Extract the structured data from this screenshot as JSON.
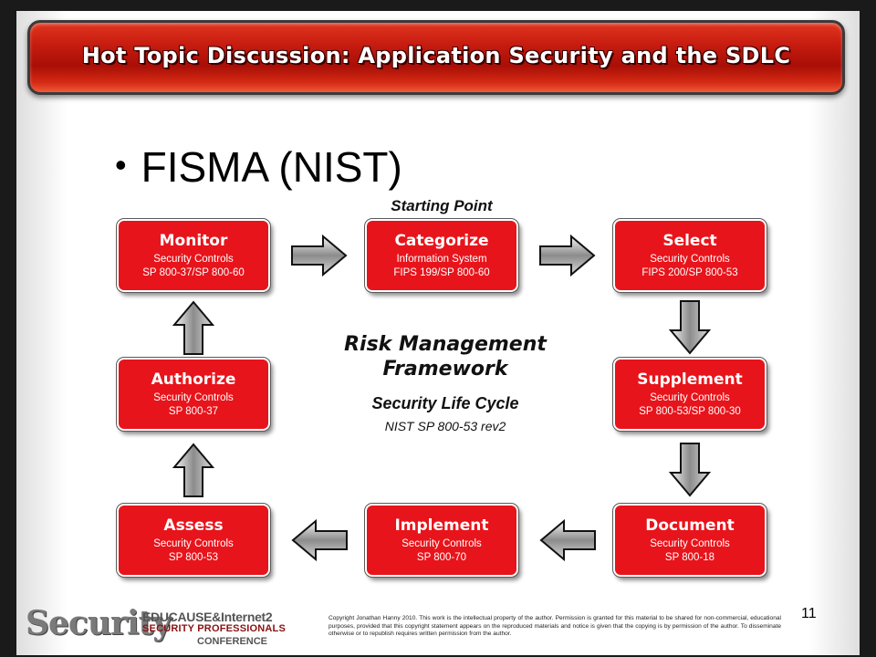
{
  "title": "Hot Topic Discussion: Application Security and the SDLC",
  "bullet": "FISMA (NIST)",
  "starting_point": "Starting Point",
  "steps": {
    "monitor": {
      "title": "Monitor",
      "line1": "Security Controls",
      "line2": "SP 800-37/SP 800-60"
    },
    "categorize": {
      "title": "Categorize",
      "line1": "Information System",
      "line2": "FIPS 199/SP 800-60"
    },
    "select": {
      "title": "Select",
      "line1": "Security Controls",
      "line2": "FIPS 200/SP 800-53"
    },
    "supplement": {
      "title": "Supplement",
      "line1": "Security Controls",
      "line2": "SP 800-53/SP 800-30"
    },
    "document": {
      "title": "Document",
      "line1": "Security Controls",
      "line2": "SP 800-18"
    },
    "implement": {
      "title": "Implement",
      "line1": "Security Controls",
      "line2": "SP 800-70"
    },
    "assess": {
      "title": "Assess",
      "line1": "Security Controls",
      "line2": "SP 800-53"
    },
    "authorize": {
      "title": "Authorize",
      "line1": "Security Controls",
      "line2": "SP 800-37"
    }
  },
  "center": {
    "line1": "Risk Management",
    "line2": "Framework",
    "subtitle": "Security Life Cycle",
    "reference": "NIST SP 800-53 rev2"
  },
  "page_number": "11",
  "logo": {
    "word": "Security",
    "line1": "EDUCAUSE&Internet2",
    "line2": "SECURITY PROFESSIONALS",
    "line3": "CONFERENCE"
  },
  "copyright": "Copyright Jonathan Hanny 2010. This work is the intellectual property of the author. Permission is granted for this material to be shared for non-commercial, educational purposes, provided that this copyright statement appears on the reproduced materials and notice is given that the copying is by permission of the author. To disseminate otherwise or to republish requires written permission from the author.",
  "colors": {
    "box_fill": "#e8141b",
    "title_bar": "#c81d10",
    "arrow_fill": "#9a9a9a"
  }
}
